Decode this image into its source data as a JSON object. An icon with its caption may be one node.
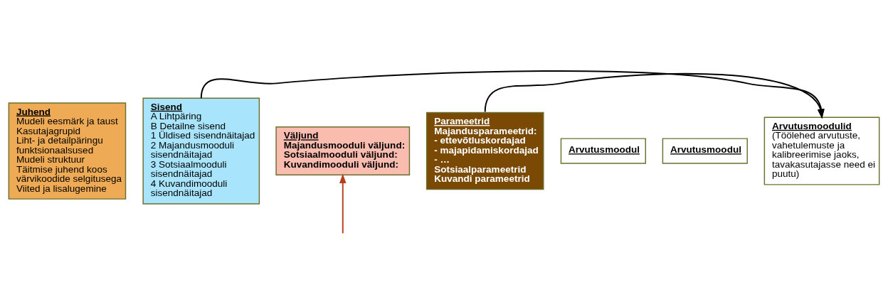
{
  "diagram": {
    "nodes": [
      {
        "text": [
          "Juhend",
          "Mudeli eesmärk ja taust",
          "Kasutajagrupid",
          "Liht- ja detailpäringu funktsionaalsused",
          "Mudeli struktuur",
          "Täitmise juhend koos värvikoodide selgitusega",
          "Viited ja lisalugemine"
        ]
      },
      {
        "text": [
          "Sisend",
          "A Lihtpäring",
          "B Detailne sisend",
          "1 Üldised sisendnäitajad",
          "2 Majandusmooduli sisendnäitajad",
          "3 Sotsiaalmooduli sisendnäitajad",
          "4 Kuvandimooduli sisendnäitajad"
        ]
      },
      {
        "text": [
          "Väljund",
          "Majandusmooduli väljund:",
          "Sotsiaalmooduli väljund:",
          "Kuvandimooduli väljund:"
        ]
      },
      {
        "text": [
          "Parameetrid",
          "Majandusparameetrid:",
          "- ettevõtluskordajad",
          "- majapidamiskordajad",
          "- …",
          "Sotsiaalparameetrid",
          "Kuvandi parameetrid"
        ]
      },
      {
        "text": [
          "Arvutusmoodul"
        ]
      },
      {
        "text": [
          "Arvutusmoodul"
        ]
      },
      {
        "text": [
          "Arvutusmoodulid",
          "(Töölehed arvutuste, vahetulemuste ja kalibreerimise jaoks, tavakasutajasse need ei puutu)"
        ]
      }
    ],
    "edges": [
      {
        "from": 1,
        "to": 6,
        "arrow": "to"
      },
      {
        "from": 3,
        "to": 6,
        "arrow": "to"
      },
      {
        "from": null,
        "to": 2,
        "arrow": "to",
        "color": "#b5401f"
      }
    ]
  }
}
